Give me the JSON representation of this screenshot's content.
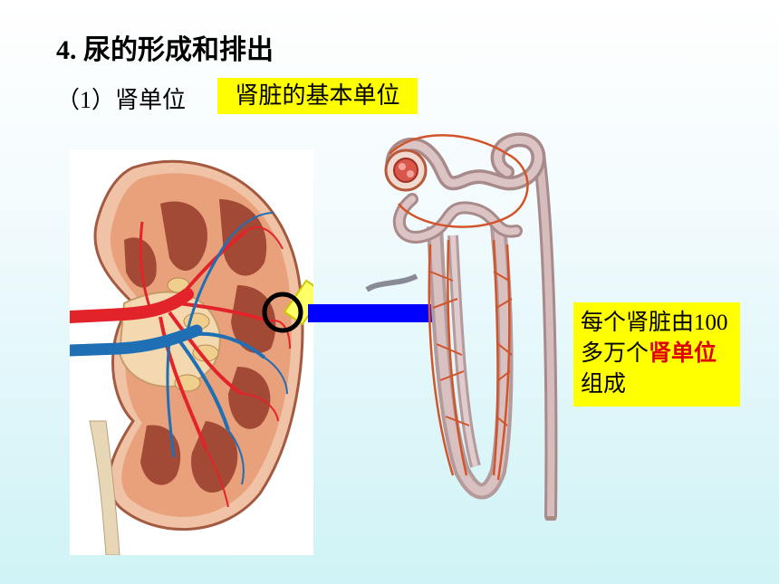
{
  "heading": {
    "title": "4. 尿的形成和排出",
    "subtitle": "（1）肾单位",
    "highlight": "肾脏的基本单位"
  },
  "note": {
    "part1": "每个肾脏由100多万个",
    "emphasis": "肾单位",
    "part2": "组成"
  },
  "colors": {
    "highlight_bg": "#ffff00",
    "connector": "#0000ff",
    "emphasis_text": "#e00000",
    "artery": "#e2242a",
    "vein": "#1f6fb5",
    "cortex": "#e8a17a",
    "pyramid": "#a24a36"
  }
}
